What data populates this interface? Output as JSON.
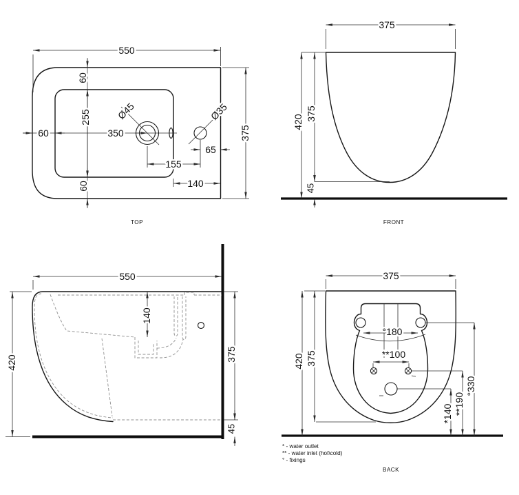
{
  "document_title": "Wall-hung bidet technical drawing",
  "colors": {
    "line": "#161616",
    "hidden_line": "#8f8f8f",
    "background": "#ffffff"
  },
  "views": {
    "top": {
      "label": "TOP",
      "dims": {
        "overall_width": "550",
        "overall_depth": "375",
        "rim_top": "60",
        "rim_inner": "255",
        "rim_bottom": "60",
        "front_offset": "60",
        "drain_position": "350",
        "drain_diameter": "Ø45",
        "tap_diameter": "Ø35",
        "tap_to_wall": "65",
        "drain_to_tap": "155",
        "rim_to_wall": "140"
      }
    },
    "front": {
      "label": "FRONT",
      "dims": {
        "width": "375",
        "overall_height": "420",
        "body_height": "375",
        "floor_clearance": "45"
      }
    },
    "side": {
      "dims": {
        "depth": "550",
        "overall_height": "420",
        "rim_to_basin": "140",
        "body_height": "375",
        "floor_clearance": "45"
      }
    },
    "back": {
      "label": "BACK",
      "dims": {
        "width": "375",
        "overall_height": "420",
        "body_height": "375",
        "fixing_centres": "°180",
        "inlet_centres": "**100",
        "fixing_height": "°330",
        "inlet_height": "**190",
        "outlet_height": "*140"
      }
    }
  },
  "legend": {
    "water_outlet": "* - water outlet",
    "water_inlet": "** - water inlet (hot\\cold)",
    "fixings": "° - fixings"
  }
}
